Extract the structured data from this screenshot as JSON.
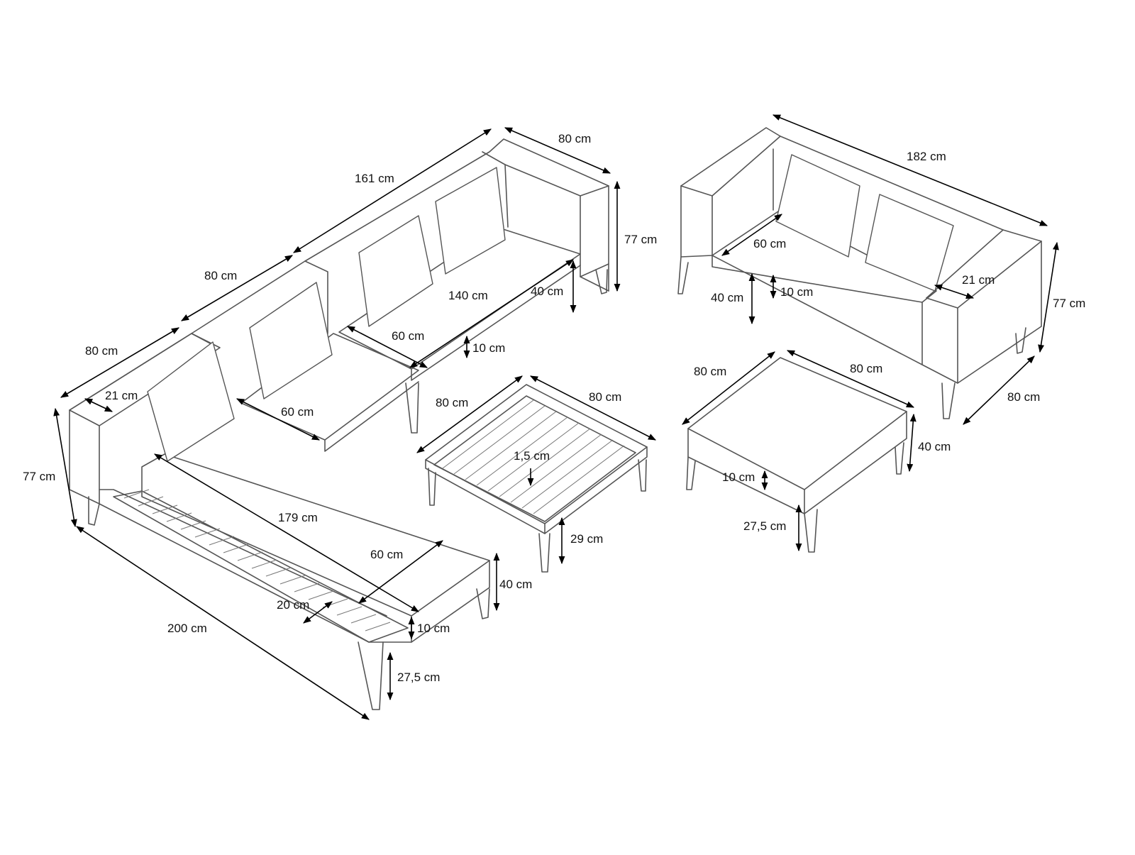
{
  "corner_sofa": {
    "labels": {
      "back_length": "161 cm",
      "right_depth": "80 cm",
      "height_right": "77 cm",
      "mid_section": "80 cm",
      "left_section": "80 cm",
      "arm_left": "21 cm",
      "height_left": "77 cm",
      "seat_depth_upper": "60 cm",
      "seat_length_upper": "140 cm",
      "seat_height_upper": "40 cm",
      "cushion_upper": "10 cm",
      "seat_depth_corner": "60 cm",
      "chaise_length": "179 cm",
      "chaise_depth": "60 cm",
      "total_length": "200 cm",
      "shelf_width": "20 cm",
      "cushion_lower": "10 cm",
      "seat_height_lower": "40 cm",
      "leg_height": "27,5 cm"
    }
  },
  "coffee_table": {
    "labels": {
      "width": "80 cm",
      "depth": "80 cm",
      "slat": "1,5 cm",
      "height": "29 cm"
    }
  },
  "two_seater": {
    "labels": {
      "length": "182 cm",
      "seat_depth": "60 cm",
      "seat_height": "40 cm",
      "cushion": "10 cm",
      "arm": "21 cm",
      "height": "77 cm",
      "depth": "80 cm"
    }
  },
  "ottoman": {
    "labels": {
      "width": "80 cm",
      "depth": "80 cm",
      "height": "40 cm",
      "cushion": "10 cm",
      "leg_height": "27,5 cm"
    }
  }
}
